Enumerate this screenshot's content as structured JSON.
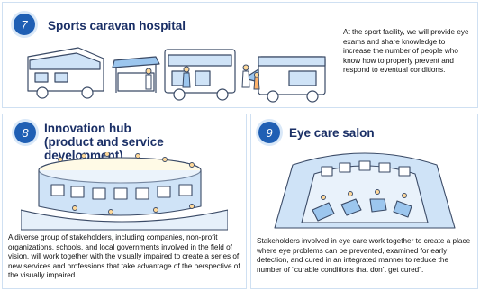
{
  "sections": [
    {
      "number": "7",
      "title": "Sports caravan hospital",
      "description": "At the sport facility, we will provide eye exams and share knowledge to increase the number of people who know how to properly prevent and respond to eventual conditions."
    },
    {
      "number": "8",
      "title_line1": "Innovation hub",
      "title_line2": "(product and service development)",
      "description": "A diverse group of stakeholders, including companies, non-profit organizations, schools, and local governments involved in the field of vision, will work together with the visually impaired to create a series of new services and professions that take advantage of the perspective of the visually impaired."
    },
    {
      "number": "9",
      "title": "Eye care salon",
      "description": "Stakeholders involved in eye care work together to create a place where eye problems can be prevented, examined for early detection, and cured in an integrated manner to reduce the number of “curable conditions that don’t get cured”."
    }
  ],
  "colors": {
    "badge": "#1f5fb4",
    "title": "#1a2f66",
    "panel_border": "#cfe0f2",
    "sketch_blue": "#cfe3f7",
    "sketch_stroke": "#3a4a66"
  }
}
